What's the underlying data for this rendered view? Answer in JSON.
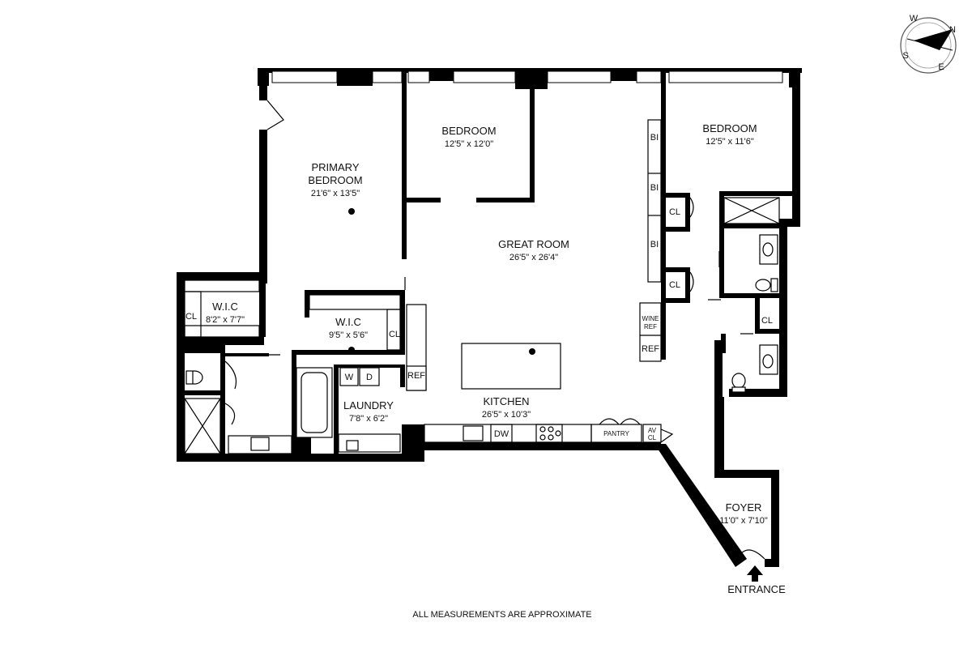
{
  "rooms": {
    "primary_bedroom": {
      "name_line1": "PRIMARY",
      "name_line2": "BEDROOM",
      "size": "21'6\" x 13'5\""
    },
    "bedroom_center": {
      "name": "BEDROOM",
      "size": "12'5\" x 12'0\""
    },
    "bedroom_right": {
      "name": "BEDROOM",
      "size": "12'5\" x 11'6\""
    },
    "great_room": {
      "name": "GREAT ROOM",
      "size": "26'5\" x 26'4\""
    },
    "wic_left": {
      "name": "W.I.C",
      "size": "8'2\" x 7'7\""
    },
    "wic_center": {
      "name": "W.I.C",
      "size": "9'5\" x 5'6\""
    },
    "laundry": {
      "name": "LAUNDRY",
      "size": "7'8\" x 6'2\""
    },
    "kitchen": {
      "name": "KITCHEN",
      "size": "26'5\" x 10'3\""
    },
    "foyer": {
      "name": "FOYER",
      "size": "11'0\" x 7'10\""
    }
  },
  "fixtures": {
    "closet": "CL",
    "built_in": "BI",
    "washer": "W",
    "dryer": "D",
    "refrigerator": "REF",
    "wine_ref_line1": "WINE",
    "wine_ref_line2": "REF",
    "dishwasher": "DW",
    "pantry": "PANTRY",
    "av_line1": "AV",
    "av_line2": "CL"
  },
  "entrance": "ENTRANCE",
  "footer_note": "ALL MEASUREMENTS ARE APPROXIMATE",
  "compass": {
    "n": "N",
    "e": "E",
    "s": "S",
    "w": "W"
  }
}
